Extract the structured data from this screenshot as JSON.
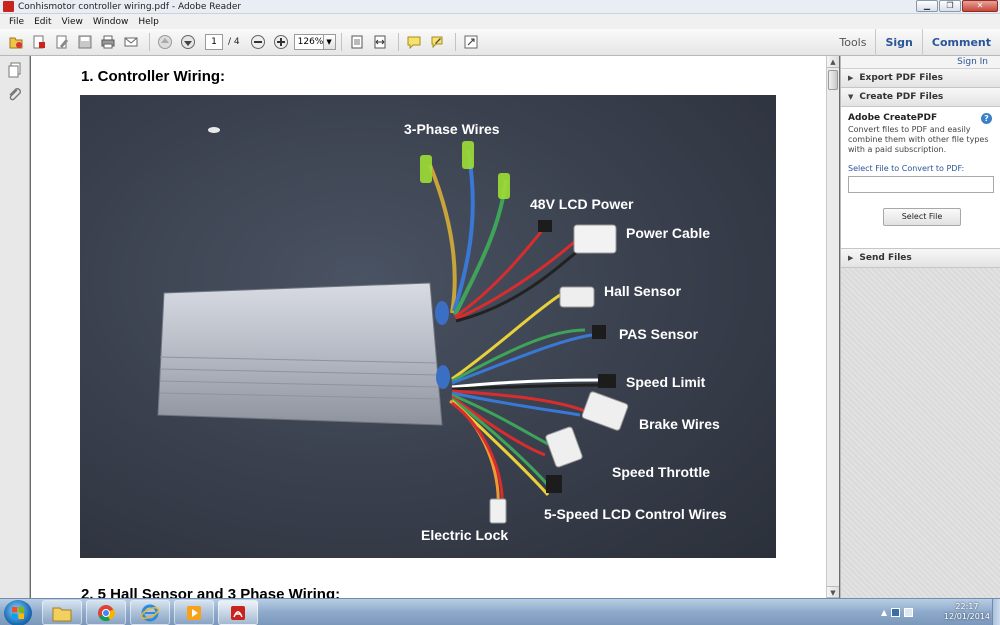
{
  "window": {
    "title": "Conhismotor controller wiring.pdf - Adobe Reader"
  },
  "menu": [
    "File",
    "Edit",
    "View",
    "Window",
    "Help"
  ],
  "toolbar": {
    "page_current": "1",
    "page_total": "/ 4",
    "zoom": "126%",
    "tools_label": "Tools",
    "sign_label": "Sign",
    "comment_label": "Comment"
  },
  "document": {
    "heading1": "1.   Controller Wiring:",
    "heading2": "2.   5 Hall Sensor and 3 Phase Wiring:",
    "photo_labels": {
      "three_phase": "3-Phase Wires",
      "lcd_power": "48V LCD Power",
      "power_cable": "Power Cable",
      "hall_sensor": "Hall Sensor",
      "pas_sensor": "PAS Sensor",
      "speed_limit": "Speed Limit",
      "brake_wires": "Brake Wires",
      "speed_throttle": "Speed Throttle",
      "lcd_control": "5-Speed LCD Control Wires",
      "electric_lock": "Electric Lock"
    }
  },
  "right_panel": {
    "sign_in": "Sign In",
    "export_title": "Export PDF Files",
    "create_title": "Create PDF Files",
    "create_heading": "Adobe CreatePDF",
    "create_desc": "Convert files to PDF and easily combine them with other file types with a paid subscription.",
    "select_label": "Select File to Convert to PDF:",
    "select_button": "Select File",
    "send_title": "Send Files"
  },
  "taskbar": {
    "time": "22:17",
    "date": "12/01/2014"
  },
  "colors": {
    "accent_blue": "#2a5599",
    "reader_red": "#c8241d",
    "photo_bg": "#383e4b"
  }
}
